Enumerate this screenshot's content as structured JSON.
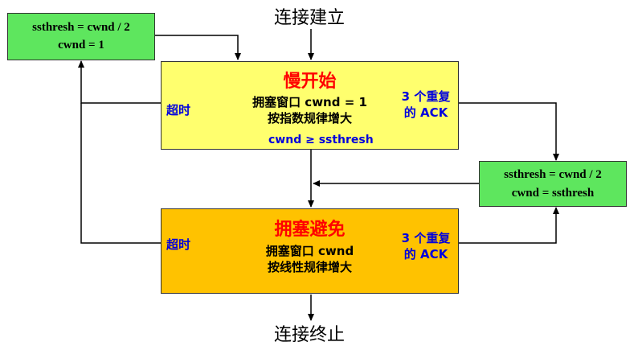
{
  "diagram": {
    "start_label": "连接建立",
    "end_label": "连接终止",
    "reset_box": {
      "line1": "ssthresh = cwnd / 2",
      "line2": "cwnd = 1"
    },
    "fast_box": {
      "line1": "ssthresh = cwnd / 2",
      "line2": "cwnd = ssthresh"
    },
    "slow_start": {
      "title": "慢开始",
      "line1": "拥塞窗口 cwnd = 1",
      "line2": "按指数规律增大",
      "threshold": "cwnd ≥ ssthresh",
      "timeout": "超时",
      "dup_ack_line1": "3 个重复",
      "dup_ack_line2": "的 ACK"
    },
    "congestion_avoidance": {
      "title": "拥塞避免",
      "line1": "拥塞窗口 cwnd",
      "line2": "按线性规律增大",
      "timeout": "超时",
      "dup_ack_line1": "3 个重复",
      "dup_ack_line2": "的 ACK"
    },
    "colors": {
      "green_box": "#5ee65e",
      "slow_start_box": "#ffff6e",
      "avoidance_box": "#ffc200",
      "title_red": "#ff0000",
      "label_blue": "#0000dd"
    }
  }
}
